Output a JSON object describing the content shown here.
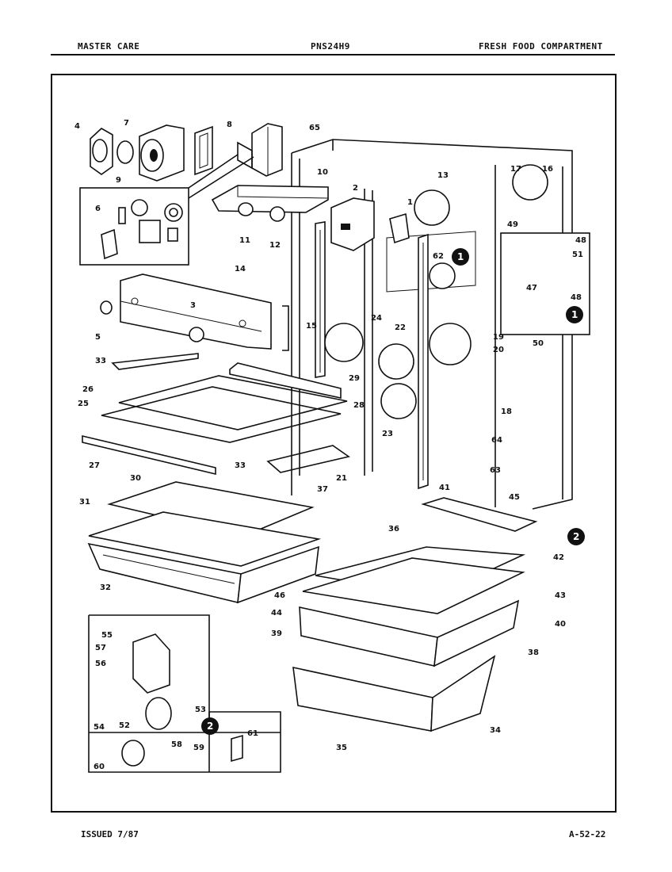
{
  "header": {
    "left": "MASTER CARE",
    "model": "PNS24H9",
    "section": "FRESH FOOD COMPARTMENT"
  },
  "footer": {
    "issued": "ISSUED 7/87",
    "page": "A-52-22"
  },
  "callouts": [
    "1",
    "2"
  ],
  "part_numbers": [
    "1",
    "2",
    "3",
    "4",
    "5",
    "6",
    "7",
    "8",
    "9",
    "10",
    "11",
    "12",
    "13",
    "14",
    "15",
    "16",
    "17",
    "18",
    "19",
    "20",
    "21",
    "22",
    "23",
    "24",
    "25",
    "26",
    "27",
    "28",
    "29",
    "30",
    "31",
    "32",
    "33",
    "34",
    "35",
    "36",
    "37",
    "38",
    "39",
    "40",
    "41",
    "42",
    "43",
    "44",
    "45",
    "46",
    "47",
    "48",
    "49",
    "50",
    "51",
    "52",
    "53",
    "54",
    "55",
    "56",
    "57",
    "58",
    "59",
    "60",
    "61",
    "62",
    "63",
    "64",
    "65"
  ]
}
